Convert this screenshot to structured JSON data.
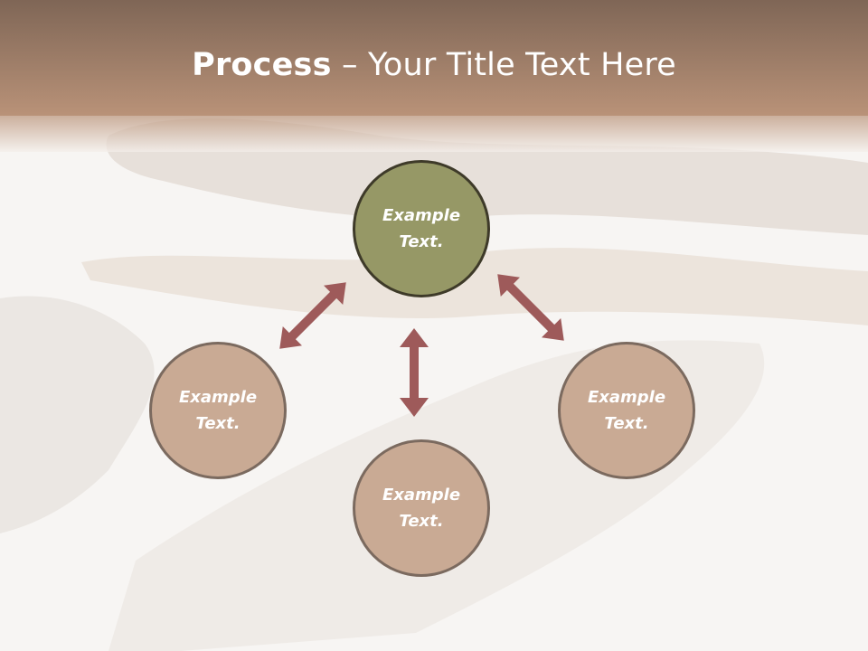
{
  "title": {
    "bold": "Process",
    "separator": " – ",
    "rest": "Your Title Text Here"
  },
  "nodes": {
    "top": "Example\nText.",
    "left": "Example\nText.",
    "bottom": "Example\nText.",
    "right": "Example\nText."
  },
  "colors": {
    "header_top": "#7f6656",
    "header_bottom": "#b99278",
    "primary_node": "#969866",
    "secondary_node": "#c9aa94",
    "arrow": "#9e5a5a"
  }
}
